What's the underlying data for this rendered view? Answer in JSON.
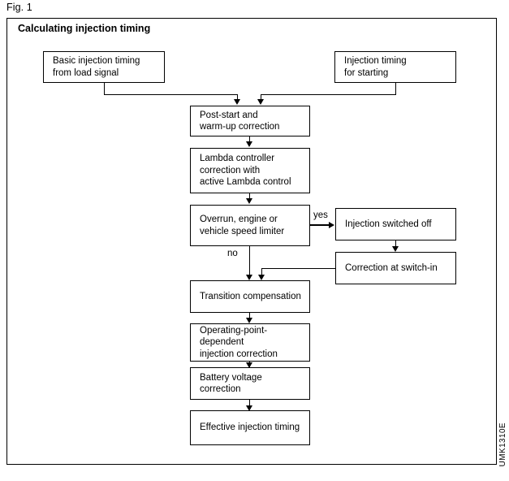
{
  "figure": {
    "caption": "Fig. 1",
    "panel_title": "Calculating injection timing",
    "side_code": "UMK1310E"
  },
  "diagram": {
    "type": "flowchart",
    "nodes": [
      {
        "id": "basic-injection-timing",
        "label": "Basic injection timing\nfrom load signal"
      },
      {
        "id": "injection-timing-for-starting",
        "label": "Injection timing\nfor starting"
      },
      {
        "id": "post-start-warm-up",
        "label": "Post-start and\nwarm-up correction"
      },
      {
        "id": "lambda-controller",
        "label": "Lambda controller\ncorrection with\nactive Lambda control"
      },
      {
        "id": "overrun-limiter",
        "label": "Overrun, engine or\nvehicle speed limiter"
      },
      {
        "id": "injection-switched-off",
        "label": "Injection switched off"
      },
      {
        "id": "correction-at-switch-in",
        "label": "Correction at switch-in"
      },
      {
        "id": "transition-compensation",
        "label": "Transition compensation"
      },
      {
        "id": "operating-point-dependent",
        "label": "Operating-point-dependent\ninjection correction"
      },
      {
        "id": "battery-voltage",
        "label": "Battery voltage\ncorrection"
      },
      {
        "id": "effective-injection-timing",
        "label": "Effective injection timing"
      }
    ],
    "edge_labels": {
      "yes": "yes",
      "no": "no"
    },
    "edges": [
      {
        "from": "basic-injection-timing",
        "to": "post-start-warm-up",
        "label": ""
      },
      {
        "from": "injection-timing-for-starting",
        "to": "post-start-warm-up",
        "label": ""
      },
      {
        "from": "post-start-warm-up",
        "to": "lambda-controller",
        "label": ""
      },
      {
        "from": "lambda-controller",
        "to": "overrun-limiter",
        "label": ""
      },
      {
        "from": "overrun-limiter",
        "to": "injection-switched-off",
        "label": "yes"
      },
      {
        "from": "overrun-limiter",
        "to": "transition-compensation",
        "label": "no"
      },
      {
        "from": "injection-switched-off",
        "to": "correction-at-switch-in",
        "label": ""
      },
      {
        "from": "correction-at-switch-in",
        "to": "transition-compensation",
        "label": ""
      },
      {
        "from": "transition-compensation",
        "to": "operating-point-dependent",
        "label": ""
      },
      {
        "from": "operating-point-dependent",
        "to": "battery-voltage",
        "label": ""
      },
      {
        "from": "battery-voltage",
        "to": "effective-injection-timing",
        "label": ""
      }
    ]
  },
  "colors": {
    "line": "#000000",
    "background": "#ffffff",
    "text": "#000000"
  }
}
